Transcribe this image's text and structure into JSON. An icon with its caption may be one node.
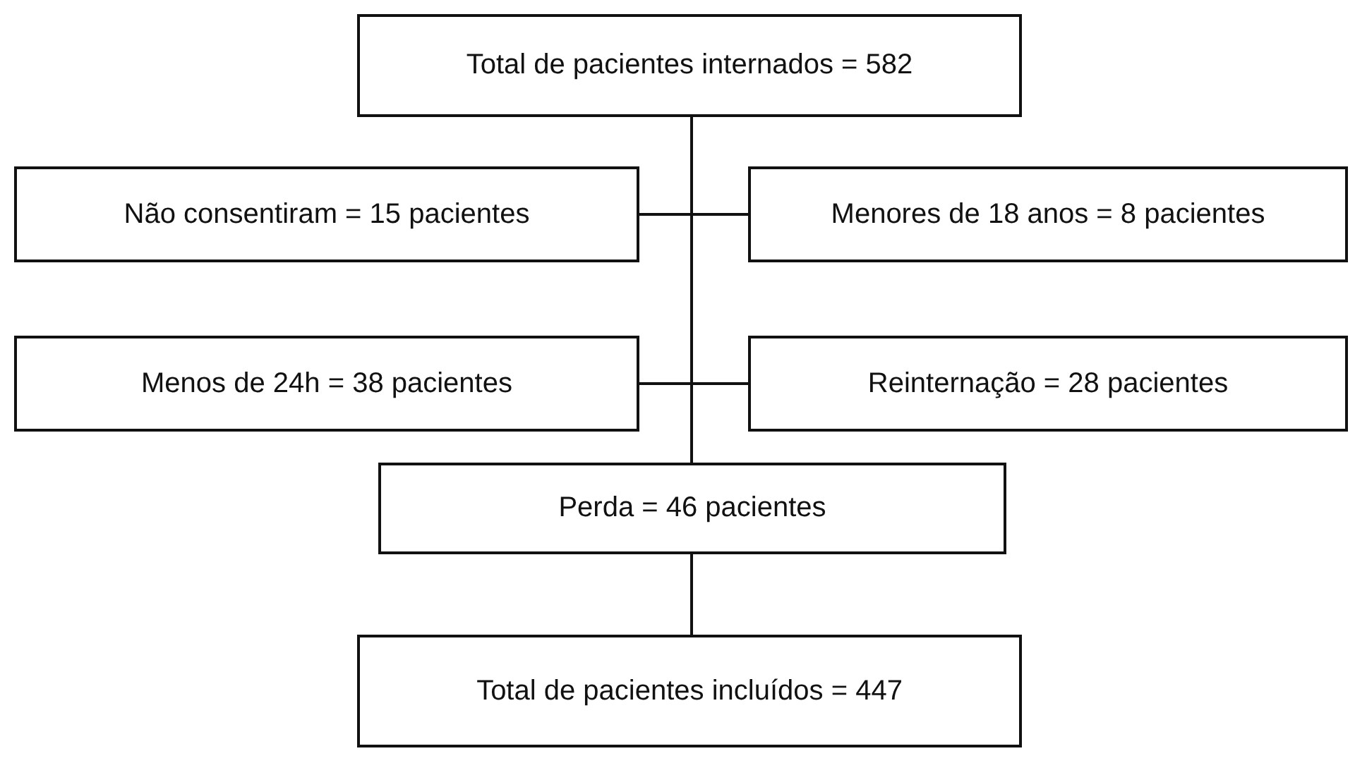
{
  "diagram": {
    "nodes": [
      {
        "text": [
          "Total de pacientes internados = 582"
        ]
      },
      {
        "text": [
          "Não consentiram = 15 pacientes"
        ]
      },
      {
        "text": [
          "Menores de 18 anos = 8 pacientes"
        ]
      },
      {
        "text": [
          "Menos de 24h = 38 pacientes"
        ]
      },
      {
        "text": [
          "Reinternação = 28 pacientes"
        ]
      },
      {
        "text": [
          "Perda = 46 pacientes"
        ]
      },
      {
        "text": [
          "Total de pacientes incluídos = 447"
        ]
      }
    ],
    "edges": [
      {
        "from": 0,
        "to": 1,
        "arrow": "none"
      },
      {
        "from": 0,
        "to": 2,
        "arrow": "none"
      },
      {
        "from": 0,
        "to": 3,
        "arrow": "none"
      },
      {
        "from": 0,
        "to": 4,
        "arrow": "none"
      },
      {
        "from": 0,
        "to": 5,
        "arrow": "none"
      },
      {
        "from": 5,
        "to": 6,
        "arrow": "none"
      }
    ]
  }
}
